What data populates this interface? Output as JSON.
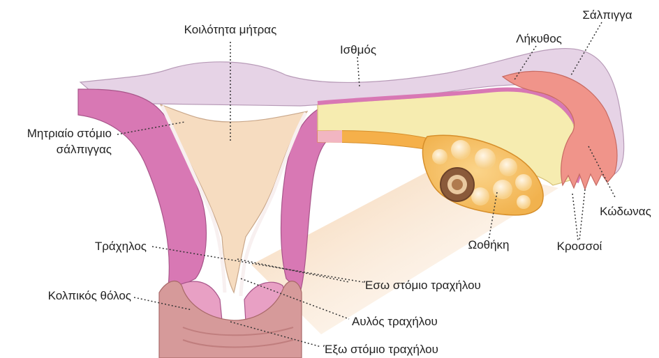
{
  "labels": {
    "cavity": "Κοιλότητα μήτρας",
    "isthmus": "Ισθμός",
    "ampulla": "Λήκυθος",
    "tube": "Σάλπιγγα",
    "ostium_line1": "Μητριαίο στόμιο",
    "ostium_line2": "σάλπιγγας",
    "infundibulum": "Κώδωνας",
    "fimbriae": "Κροσσοί",
    "ovary": "Ωοθήκη",
    "cervix": "Τράχηλος",
    "internal_os": "Έσω στόμιο τραχήλου",
    "fornix": "Κολπικός θόλος",
    "canal": "Αυλός τραχήλου",
    "external_os": "Έξω στόμιο τραχήλου"
  },
  "colors": {
    "serosa": "#e6d3e6",
    "myometrium": "#d878b4",
    "cavity": "#f6dcc0",
    "endometrium": "#f3e8e8",
    "tube_fill": "#f6ecb0",
    "fimbriae": "#f0948a",
    "ovary": "#f6c468",
    "ovary_follicle": "#fbe4b8",
    "vagina": "#d69a9a",
    "leader": "#333333"
  }
}
